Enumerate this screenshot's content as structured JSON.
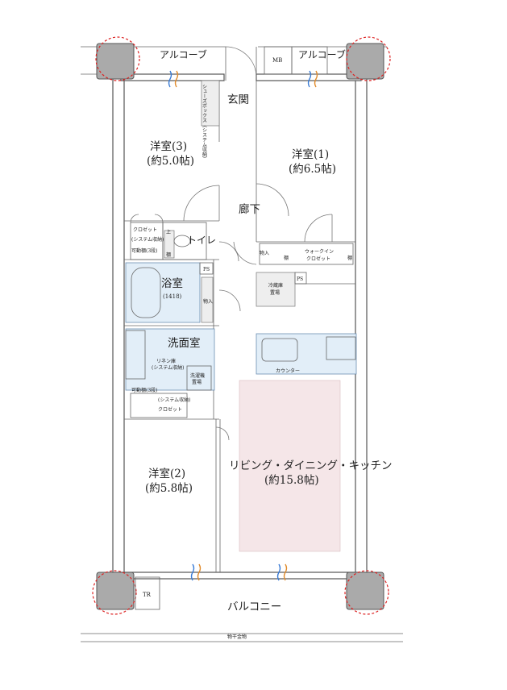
{
  "colors": {
    "wall": "#555555",
    "wet_area": "#e2eef8",
    "ldk_floor": "#f5e6e8",
    "column_marker": "#dd2222"
  },
  "labels": {
    "alcove_left": "アルコーブ",
    "alcove_right": "アルコーブ",
    "mb": "MB",
    "entrance": "玄関",
    "shoe_box": "シューズボックス（システム収納）",
    "western3_name": "洋室(3)",
    "western3_size": "(約5.0帖)",
    "western1_name": "洋室(1)",
    "western1_size": "(約6.5帖)",
    "corridor": "廊下",
    "closet": "クロゼット",
    "system_storage": "(システム収納)",
    "movable_shelf": "可動棚(3段)",
    "toilet": "トイレ",
    "upper": "上",
    "shelf": "棚",
    "storage_in": "物入",
    "walkin_closet_1": "ウォークイン",
    "walkin_closet_2": "クロゼット",
    "ps": "PS",
    "bath_name": "浴室",
    "bath_size": "(1418)",
    "fridge_1": "冷蔵庫",
    "fridge_2": "置場",
    "washroom": "洗面室",
    "linen_1": "リネン庫",
    "linen_2": "(システム収納)",
    "washer_1": "洗濯機",
    "washer_2": "置場",
    "counter": "カウンター",
    "western2_name": "洋室(2)",
    "western2_size": "(約5.8帖)",
    "ldk_name": "リビング・ダイニング・キッチン",
    "ldk_size": "(約15.8帖)",
    "tr": "TR",
    "balcony": "バルコニー",
    "drying_rack": "物干金物"
  }
}
